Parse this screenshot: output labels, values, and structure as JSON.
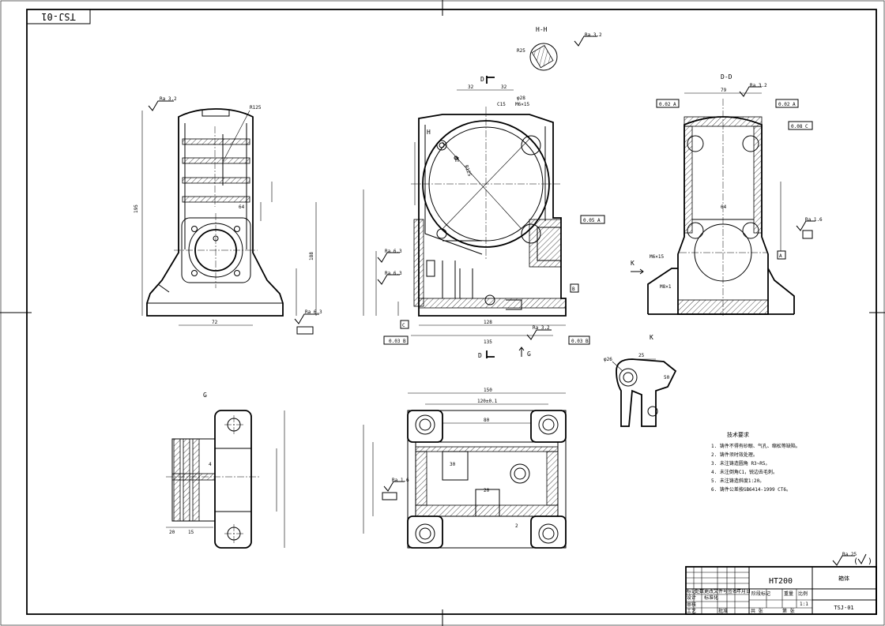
{
  "drawing_number": "TSJ-01",
  "drawing_number_flipped": "TSJ-01",
  "views": {
    "section_hh": "H-H",
    "section_dd": "D-D",
    "section_d_mark": "D",
    "section_h_mark": "H",
    "view_g": "G",
    "view_k": "K"
  },
  "roughness": {
    "r32": "Ra 3.2",
    "r63": "Ra 6.3",
    "r16": "Ra 1.6",
    "r25": "Ra 25"
  },
  "tolerances": {
    "flat_a": "0.02 A",
    "flat_b": "0.03 B",
    "perp_a": "0.05 A",
    "par_c": "0.08 C",
    "dat_a": "A",
    "dat_b": "B",
    "dat_c": "C"
  },
  "dimensions": {
    "d32a": "32",
    "d32b": "32",
    "d79": "79",
    "d64": "64",
    "d72": "72",
    "d150": "150",
    "d135": "135",
    "d128": "128",
    "d188": "188",
    "d195": "195",
    "d80": "80",
    "d120": "120±0.1",
    "d20": "20",
    "d15": "15",
    "d30": "30",
    "d4": "4",
    "d25": "25",
    "d50": "50",
    "d2": "2",
    "m6": "M6×15",
    "m8": "M8×1",
    "c15": "C15",
    "phi28": "φ28",
    "phi26": "φ26",
    "r125": "R125",
    "r25": "R25"
  },
  "tech_requirements": {
    "title": "技术要求",
    "items": [
      "1. 铸件不得有砂眼、气孔、缩松等缺陷。",
      "2. 铸件须时效处理。",
      "3. 未注铸造圆角 R3~R5。",
      "4. 未注倒角C1，锐边去毛刺。",
      "5. 未注铸造斜度1:20。",
      "6. 铸件公差按GB6414-1999 CT6。"
    ]
  },
  "title_block": {
    "material": "HT200",
    "part_name": "箱体",
    "scale": "1:1",
    "drawing_no": "TSJ-01",
    "labels": [
      "标记",
      "处数",
      "分区",
      "更改文件号",
      "签名",
      "年月日",
      "设计",
      "标准化",
      "审核",
      "工艺",
      "批准",
      "阶段标记",
      "重量",
      "比例",
      "共 张",
      "第 张"
    ]
  },
  "colors": {
    "line": "#000000",
    "background": "#ffffff"
  }
}
